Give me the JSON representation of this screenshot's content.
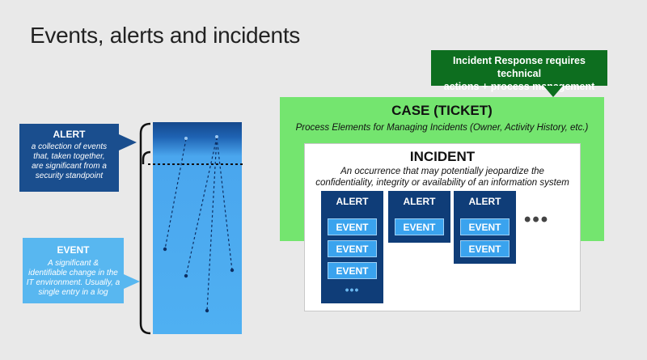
{
  "title": "Events, alerts and incidents",
  "callout": {
    "line1": "Incident Response requires technical",
    "line2": "actions + process management"
  },
  "case": {
    "title": "CASE (TICKET)",
    "subtitle": "Process Elements for Managing Incidents (Owner, Activity History, etc.)"
  },
  "incident": {
    "title": "INCIDENT",
    "desc_line1": "An occurrence that may potentially jeopardize the",
    "desc_line2": "confidentiality, integrity or availability of an information system"
  },
  "alerts": [
    {
      "label": "ALERT",
      "events": [
        "EVENT",
        "EVENT",
        "EVENT"
      ],
      "more": "•••"
    },
    {
      "label": "ALERT",
      "events": [
        "EVENT"
      ]
    },
    {
      "label": "ALERT",
      "events": [
        "EVENT",
        "EVENT"
      ]
    }
  ],
  "more_alerts": "•••",
  "alert_def": {
    "heading": "ALERT",
    "line1": "a collection of events",
    "line2": "that, taken together,",
    "line3": "are significant from a",
    "line4": "security standpoint"
  },
  "event_def": {
    "heading": "EVENT",
    "line1": "A significant &",
    "line2": "identifiable change in the",
    "line3": "IT environment. Usually, a",
    "line4": "single entry in a log"
  },
  "colors": {
    "case_green": "#74e56f",
    "callout_green": "#0d6e1f",
    "alert_navy": "#0f3d78",
    "event_blue": "#3aa3ee"
  }
}
